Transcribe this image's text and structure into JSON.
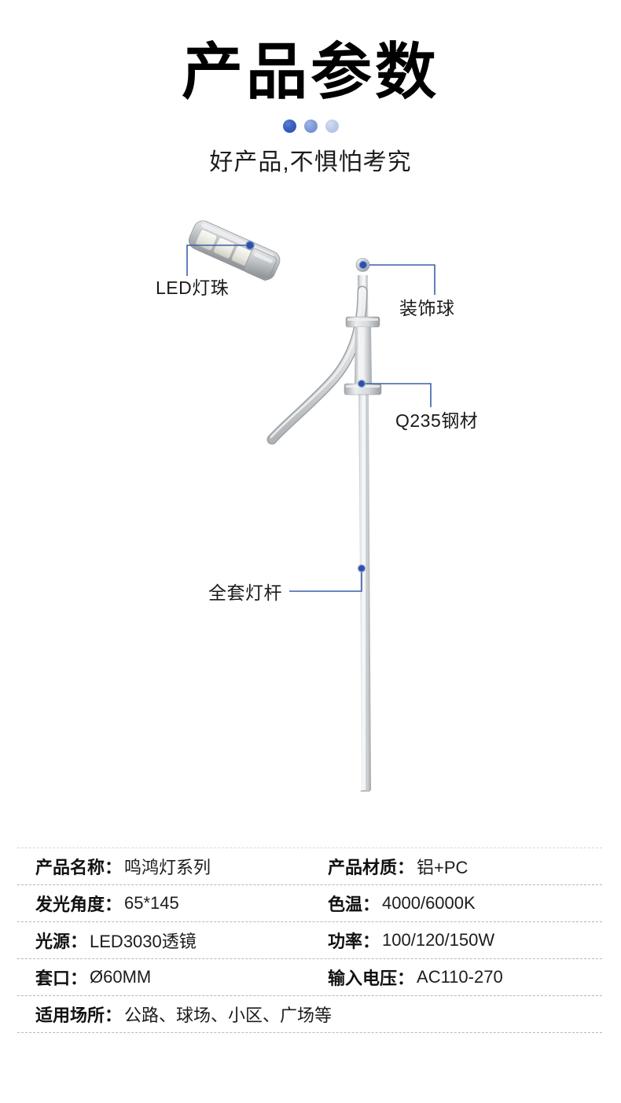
{
  "header": {
    "title": "产品参数",
    "subtitle": "好产品,不惧怕考究",
    "dots": [
      {
        "name": "dot-dark",
        "color": "#3a5fbf"
      },
      {
        "name": "dot-medium",
        "color": "#7e99d6"
      },
      {
        "name": "dot-light",
        "color": "#b9c8e9"
      }
    ]
  },
  "diagram": {
    "alt": "LED street lamp with pole",
    "accent_color": "#3c5fa8",
    "pole_color": "#c9ccce",
    "callouts": [
      {
        "name": "led-bead",
        "label": "LED灯珠"
      },
      {
        "name": "decorative-ball",
        "label": "装饰球"
      },
      {
        "name": "q235-steel",
        "label": "Q235钢材"
      },
      {
        "name": "full-lamp-pole",
        "label": "全套灯杆"
      }
    ]
  },
  "spec_table": {
    "rows": [
      {
        "left": {
          "label": "产品名称：",
          "value": "鸣鸿灯系列"
        },
        "right": {
          "label": "产品材质：",
          "value": "铝+PC"
        }
      },
      {
        "left": {
          "label": "发光角度：",
          "value": "65*145"
        },
        "right": {
          "label": "色温：",
          "value": "4000/6000K"
        }
      },
      {
        "left": {
          "label": "光源：",
          "value": "LED3030透镜"
        },
        "right": {
          "label": "功率：",
          "value": "100/120/150W"
        }
      },
      {
        "left": {
          "label": "套口：",
          "value": "Ø60MM"
        },
        "right": {
          "label": "输入电压：",
          "value": "AC110-270"
        }
      }
    ],
    "full_row": {
      "label": "适用场所：",
      "value": "公路、球场、小区、广场等"
    }
  }
}
